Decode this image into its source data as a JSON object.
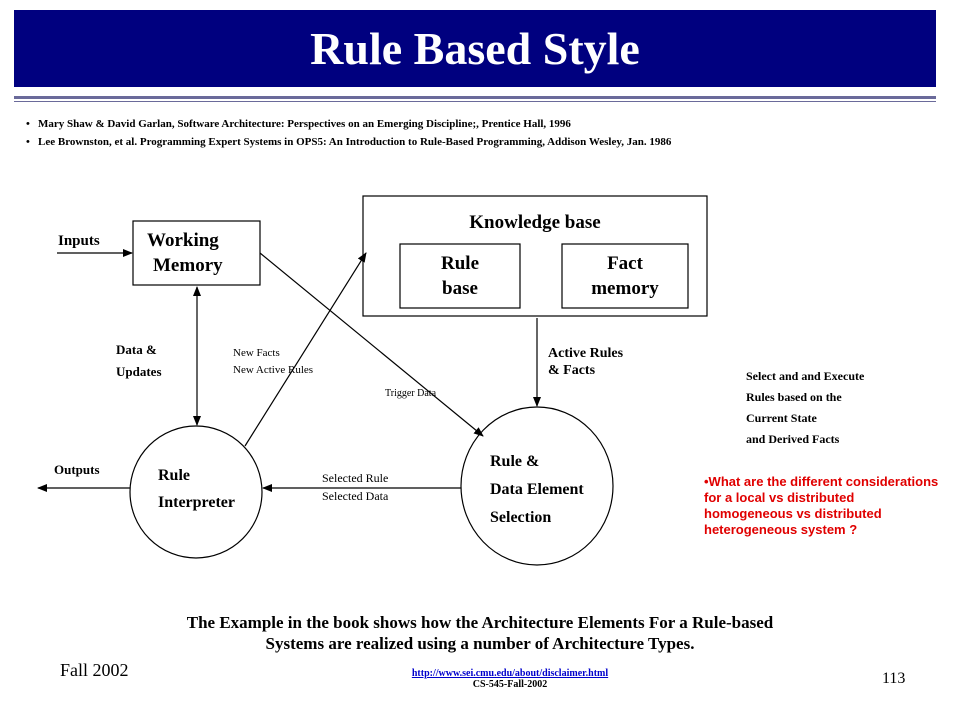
{
  "title": "Rule Based Style",
  "references": [
    "Mary Shaw & David Garlan, Software Architecture:  Perspectives on an Emerging Discipline;, Prentice Hall, 1996",
    "Lee Brownston, et al. Programming Expert Systems in OPS5: An  Introduction to Rule-Based Programming, Addison Wesley, Jan. 1986"
  ],
  "diagram": {
    "knowledge_base": "Knowledge base",
    "rule_base_line1": "Rule",
    "rule_base_line2": "base",
    "fact_memory_line1": "Fact",
    "fact_memory_line2": "memory",
    "working_memory_line1": "Working",
    "working_memory_line2": "Memory",
    "inputs": "Inputs",
    "outputs": "Outputs",
    "data_updates_line1": "Data &",
    "data_updates_line2": "Updates",
    "new_facts_line1": "New Facts",
    "new_facts_line2": "New Active Rules",
    "trigger_data": "Trigger Data",
    "active_rules_line1": "Active Rules",
    "active_rules_line2": "& Facts",
    "rule_interpreter_line1": "Rule",
    "rule_interpreter_line2": "Interpreter",
    "selected_line1": "Selected Rule",
    "selected_line2": "Selected Data",
    "selection_line1": "Rule &",
    "selection_line2": "Data Element",
    "selection_line3": "Selection",
    "select_execute": [
      "Select and and Execute",
      "Rules based on the",
      "Current State",
      "and Derived Facts"
    ]
  },
  "question": "•What are the different considerations for a  local vs distributed homogeneous vs distributed heterogeneous system ?",
  "caption_line1": "The Example  in the book shows how the Architecture Elements For a Rule-based",
  "caption_line2": "Systems are realized using a number of  Architecture Types.",
  "footer": {
    "term": "Fall 2002",
    "url": "http://www.sei.cmu.edu/about/disclaimer.html",
    "course": "CS-545-Fall-2002",
    "page": "113"
  },
  "colors": {
    "title_bar": "#00007f",
    "question_text": "#e00000"
  }
}
